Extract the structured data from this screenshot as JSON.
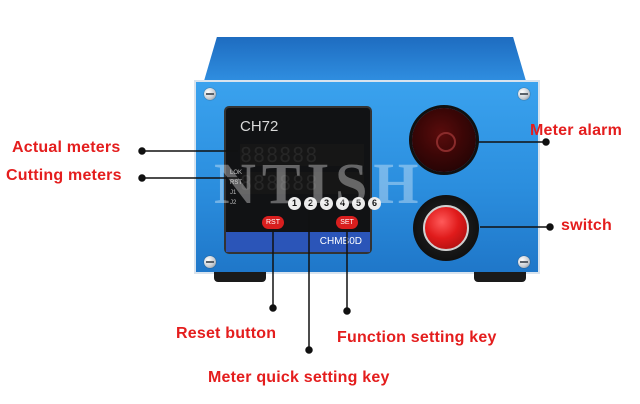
{
  "product": {
    "meter_model": "CH72",
    "meter_brand": "CHMB0D",
    "reset_key_label": "RST",
    "set_key_label": "SET",
    "quick_keys": [
      "1",
      "2",
      "3",
      "4",
      "5",
      "6"
    ],
    "indicators": [
      "LOK",
      "RST",
      "J1",
      "J2"
    ],
    "display_top": "888888",
    "display_bottom": "888888",
    "watermark": "NTISH"
  },
  "callouts": {
    "actual_meters": "Actual meters",
    "cutting_meters": "Cutting meters",
    "meter_alarm": "Meter alarm",
    "switch": "switch",
    "reset_button": "Reset button",
    "function_setting_key": "Function setting key",
    "meter_quick_setting_key": "Meter quick setting key"
  },
  "colors": {
    "callout_text": "#e41d1d",
    "housing_blue": "#2b8ede",
    "meter_face": "#111214",
    "key_red": "#d81e1e"
  }
}
